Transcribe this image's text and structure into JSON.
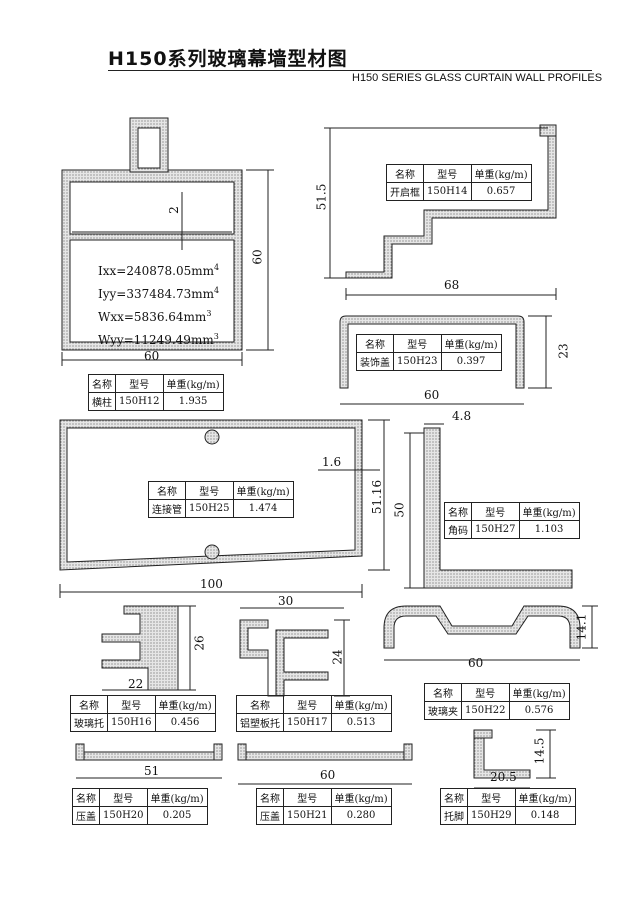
{
  "header": {
    "title": "H150系列玻璃幕墙型材图",
    "subtitle": "H150 SERIES  GLASS CURTAIN WALL PROFILES"
  },
  "columns": {
    "name": "名称",
    "model": "型号",
    "weight": "单重(kg/m)"
  },
  "props": {
    "ixx": "Ixx=240878.05mm",
    "ixx_exp": "4",
    "iyy": "Iyy=337484.73mm",
    "iyy_exp": "4",
    "wxx": "Wxx=5836.64mm",
    "wxx_exp": "3",
    "wyy": "Wyy=11249.49mm",
    "wyy_exp": "3"
  },
  "profiles": [
    {
      "name": "横柱",
      "model": "150H12",
      "weight": "1.935"
    },
    {
      "name": "开启框",
      "model": "150H14",
      "weight": "0.657"
    },
    {
      "name": "装饰盖",
      "model": "150H23",
      "weight": "0.397"
    },
    {
      "name": "连接管",
      "model": "150H25",
      "weight": "1.474"
    },
    {
      "name": "角码",
      "model": "150H27",
      "weight": "1.103"
    },
    {
      "name": "玻璃托",
      "model": "150H16",
      "weight": "0.456"
    },
    {
      "name": "铝塑板托",
      "model": "150H17",
      "weight": "0.513"
    },
    {
      "name": "玻璃夹",
      "model": "150H22",
      "weight": "0.576"
    },
    {
      "name": "压盖",
      "model": "150H20",
      "weight": "0.205"
    },
    {
      "name": "压盖",
      "model": "150H21",
      "weight": "0.280"
    },
    {
      "name": "托脚",
      "model": "150H29",
      "weight": "0.148"
    }
  ],
  "dims": {
    "h12_w": "60",
    "h12_h": "60",
    "h12_t": "2",
    "h14_h": "51.5",
    "h14_w": "68",
    "h23_w": "60",
    "h23_h": "23",
    "h25_w": "100",
    "h25_h": "51.16",
    "h25_t": "1.6",
    "h27_w": "4.8",
    "h27_h": "50",
    "h16_h": "26",
    "h16_w": "22",
    "h17_w": "30",
    "h17_h": "24",
    "h22_h": "14.1",
    "h22_w": "60",
    "h20_w": "51",
    "h21_w": "60",
    "h29_h": "14.5",
    "h29_w": "20.5"
  }
}
